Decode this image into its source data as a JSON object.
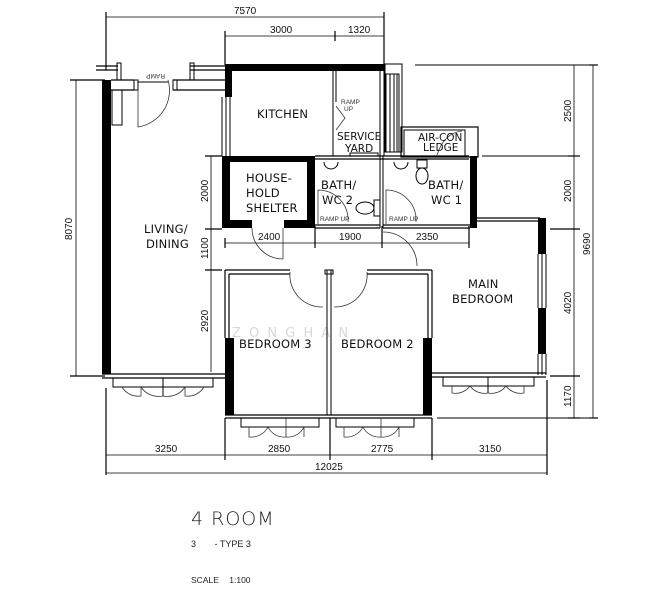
{
  "plan": {
    "title": "4 ROOM",
    "subtitle_index": "3",
    "subtitle_type": "- TYPE 3",
    "scale_label": "SCALE",
    "scale_value": "1:100",
    "watermark": "Z O N G   H A N"
  },
  "rooms": {
    "kitchen": "KITCHEN",
    "service_yard_1": "SERVICE",
    "service_yard_2": "YARD",
    "aircon_1": "AIR-CON",
    "aircon_2": "LEDGE",
    "shelter_1": "HOUSE-",
    "shelter_2": "HOLD",
    "shelter_3": "SHELTER",
    "bath2_1": "BATH/",
    "bath2_2": "WC 2",
    "bath1_1": "BATH/",
    "bath1_2": "WC 1",
    "living_1": "LIVING/",
    "living_2": "DINING",
    "main_bed_1": "MAIN",
    "main_bed_2": "BEDROOM",
    "bed3": "BEDROOM 3",
    "bed2": "BEDROOM 2"
  },
  "annotations": {
    "ramp_up": "RAMP UP",
    "ramp": "RAMP",
    "up": "UP"
  },
  "dimensions": {
    "top_overall": "7570",
    "top_kitchen": "3000",
    "top_yard": "1320",
    "left_overall": "8070",
    "inner_left_upper": "2000",
    "inner_left_mid": "1100",
    "inner_left_lower": "2920",
    "inner_h_shelter": "2400",
    "inner_h_bath2": "1900",
    "inner_h_bath1": "2350",
    "right_top": "2500",
    "right_bath": "2000",
    "right_main": "4020",
    "right_bottom": "1170",
    "right_overall": "9690",
    "bottom_living": "3250",
    "bottom_bed3": "2850",
    "bottom_bed2": "2775",
    "bottom_main": "3150",
    "bottom_overall": "12025"
  }
}
